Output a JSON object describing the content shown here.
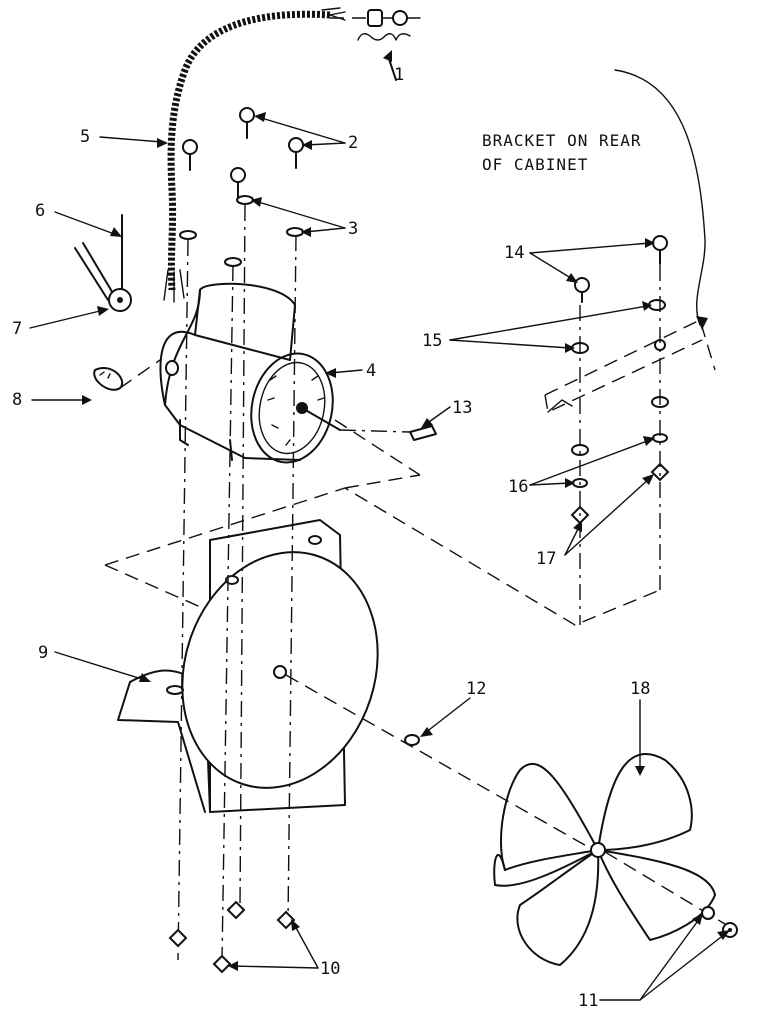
{
  "diagram": {
    "callouts": {
      "c1": "1",
      "c2": "2",
      "c3": "3",
      "c4": "4",
      "c5": "5",
      "c6": "6",
      "c7": "7",
      "c8": "8",
      "c9": "9",
      "c10": "10",
      "c11": "11",
      "c12": "12",
      "c13": "13",
      "c14": "14",
      "c15": "15",
      "c16": "16",
      "c17": "17",
      "c18": "18"
    },
    "note_line1": "BRACKET ON REAR",
    "note_line2": "OF CABINET"
  }
}
